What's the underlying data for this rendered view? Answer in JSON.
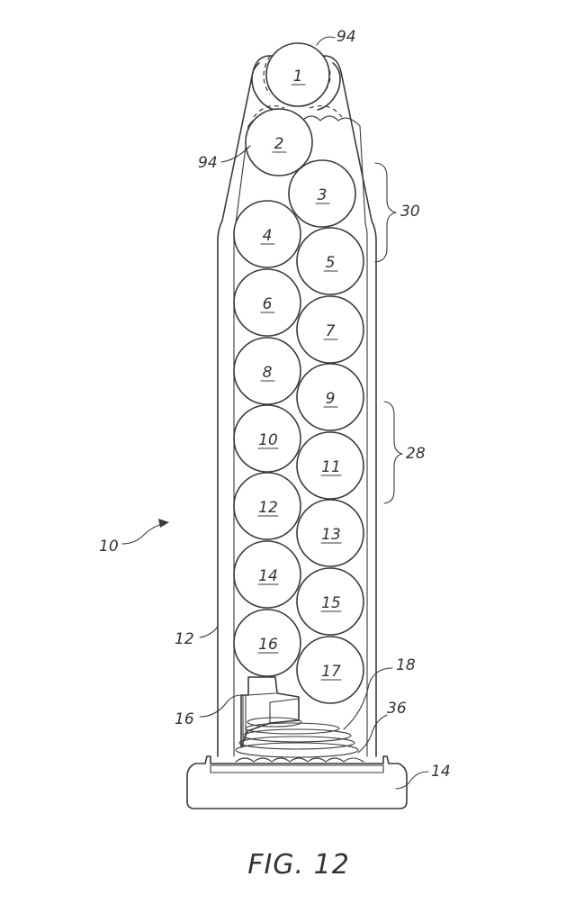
{
  "figure": {
    "caption": "FIG. 12",
    "reference_labels": {
      "assembly": "10",
      "body": "12",
      "base": "14",
      "follower": "16",
      "spring": "18",
      "upper_stack": "30",
      "middle_stack": "28",
      "spring_end": "36",
      "guide_top": "94",
      "guide_left": "94"
    },
    "balls": [
      {
        "label": "1"
      },
      {
        "label": "2"
      },
      {
        "label": "3"
      },
      {
        "label": "4"
      },
      {
        "label": "5"
      },
      {
        "label": "6"
      },
      {
        "label": "7"
      },
      {
        "label": "8"
      },
      {
        "label": "9"
      },
      {
        "label": "10"
      },
      {
        "label": "11"
      },
      {
        "label": "12"
      },
      {
        "label": "13"
      },
      {
        "label": "14"
      },
      {
        "label": "15"
      },
      {
        "label": "16"
      },
      {
        "label": "17"
      }
    ]
  }
}
